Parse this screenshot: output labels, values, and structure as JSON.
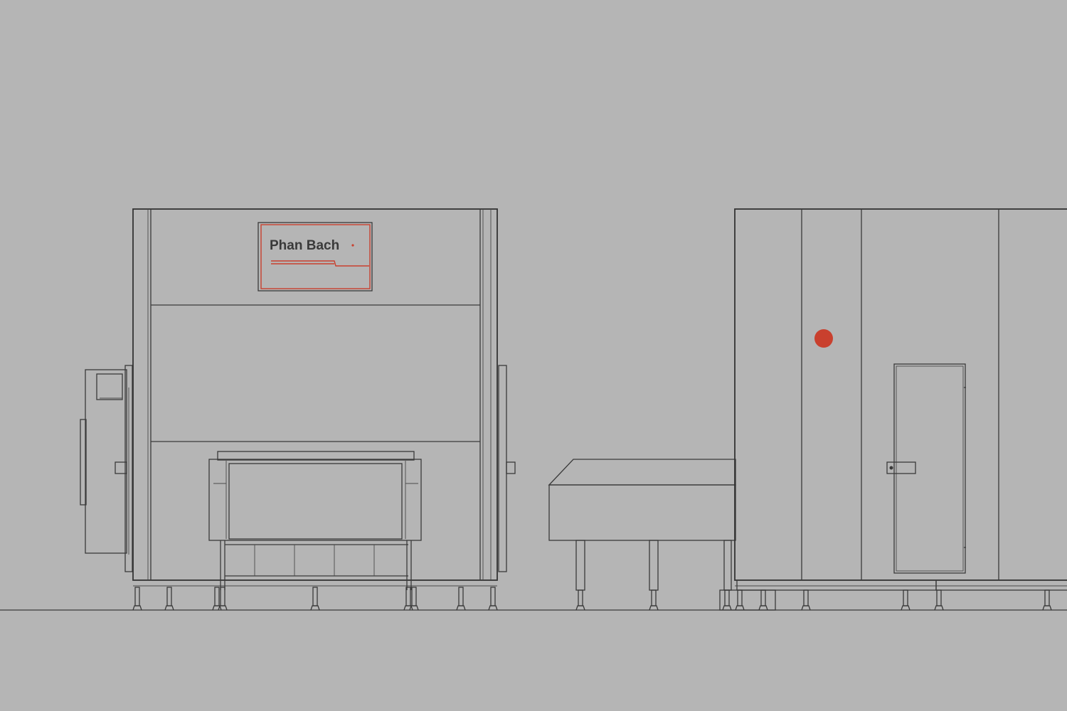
{
  "brand": {
    "name": "Phan Bach",
    "accent_color": "#c9402e",
    "line_color": "#3a3a3a",
    "background_color": "#b5b5b5"
  },
  "scene": {
    "left_machine": {
      "label": "front-elevation",
      "icon": "machine-front"
    },
    "right_machine": {
      "label": "side-elevation",
      "icon": "machine-side"
    },
    "conveyor": {
      "icon": "conveyor-table"
    },
    "indicator": {
      "icon": "status-dot",
      "color": "#c9402e"
    }
  }
}
